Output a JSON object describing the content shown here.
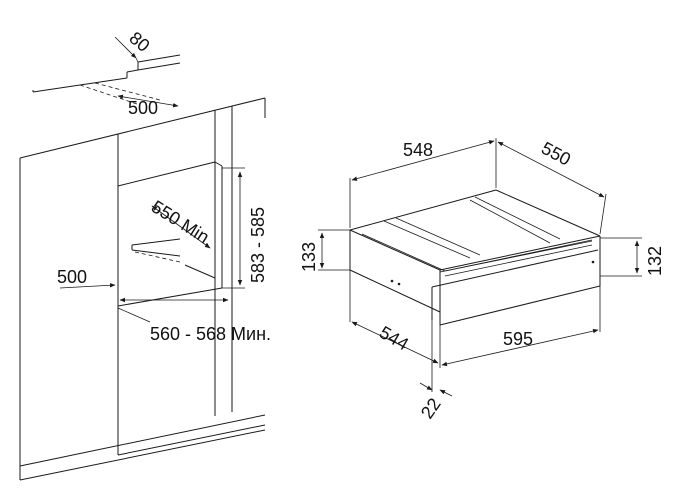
{
  "diagram": {
    "niche": {
      "depth_top": "80",
      "depth_slot": "500",
      "inner_depth": "550 Min.",
      "niche_height": "583 - 585",
      "side_depth": "500",
      "niche_width": "560 - 568 Мин."
    },
    "appliance": {
      "top_width": "548",
      "top_depth": "550",
      "left_height": "133",
      "right_height": "132",
      "side_depth": "544",
      "front_width": "595",
      "front_thickness": "22"
    }
  }
}
